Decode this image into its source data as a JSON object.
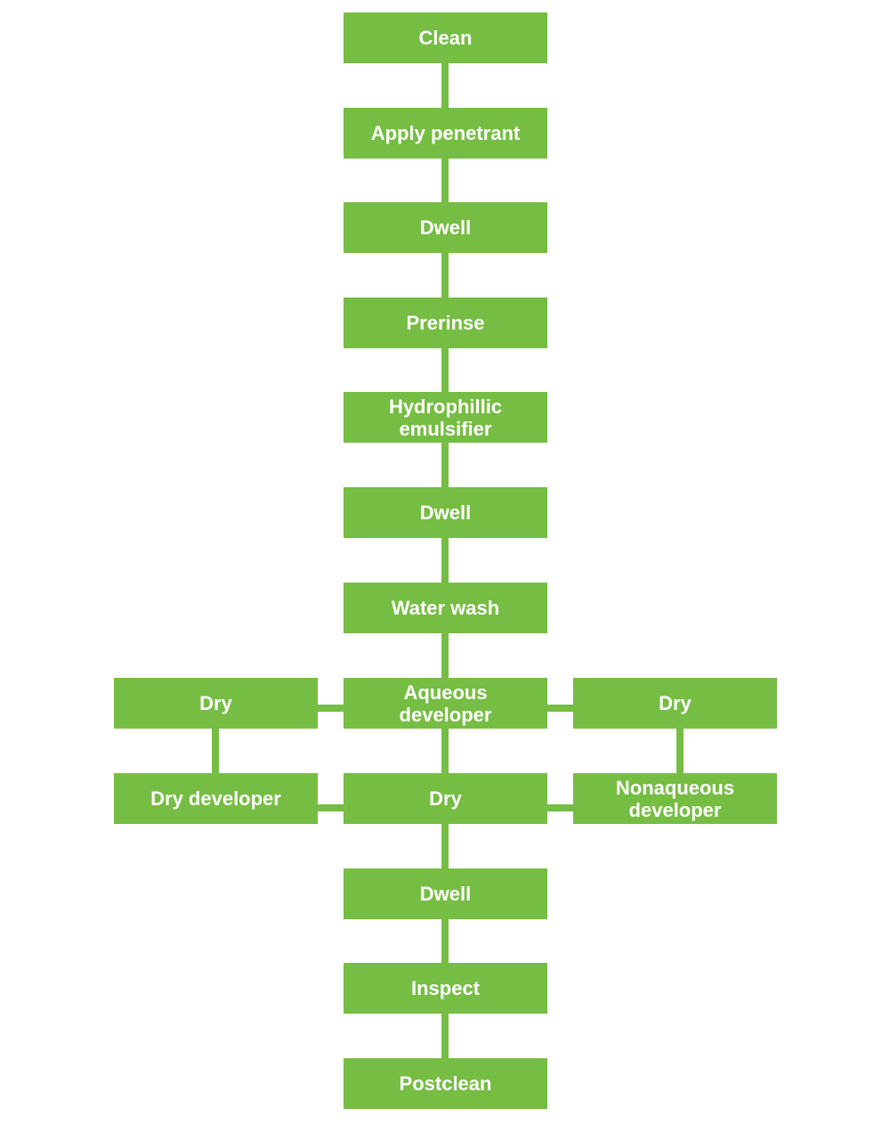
{
  "diagram": {
    "accent_color": "#76bd43",
    "text_color": "#ffffff",
    "main_steps": {
      "clean": "Clean",
      "apply_penetrant": "Apply penetrant",
      "dwell_1": "Dwell",
      "prerinse": "Prerinse",
      "hydrophillic_emulsifier": "Hydrophillic emulsifier",
      "dwell_2": "Dwell",
      "water_wash": "Water wash",
      "aqueous_developer": "Aqueous developer",
      "dry_center": "Dry",
      "dwell_3": "Dwell",
      "inspect": "Inspect",
      "postclean": "Postclean"
    },
    "left_branch": {
      "dry": "Dry",
      "dry_developer": "Dry developer"
    },
    "right_branch": {
      "dry": "Dry",
      "nonaqueous_developer": "Nonaqueous developer"
    }
  }
}
